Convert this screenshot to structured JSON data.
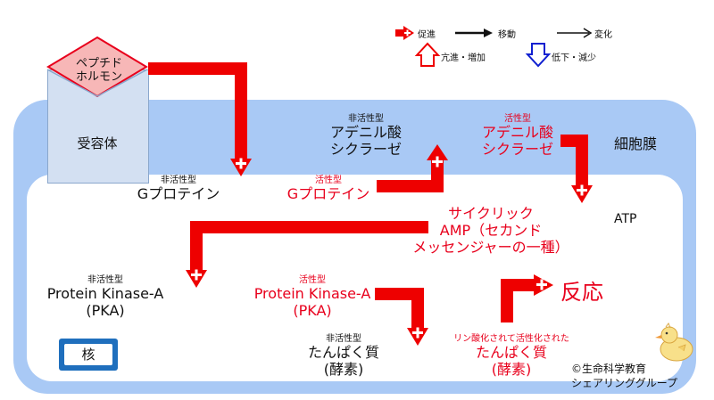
{
  "legend": {
    "promote": "促進",
    "move": "移動",
    "change": "変化",
    "enhance": "亢進・増加",
    "reduce": "低下・減少"
  },
  "hormone": {
    "line1": "ペプチド",
    "line2": "ホルモン"
  },
  "receptor": "受容体",
  "membrane": "細胞膜",
  "g_inactive": {
    "tag": "非活性型",
    "name": "Gプロテイン"
  },
  "g_active": {
    "tag": "活性型",
    "name": "Gプロテイン"
  },
  "ac_inactive": {
    "tag": "非活性型",
    "line1": "アデニル酸",
    "line2": "シクラーゼ"
  },
  "ac_active": {
    "tag": "活性型",
    "line1": "アデニル酸",
    "line2": "シクラーゼ"
  },
  "atp": "ATP",
  "camp": {
    "line1": "サイクリック",
    "line2": "AMP（セカンド",
    "line3": "メッセンジャーの一種）"
  },
  "pka_inactive": {
    "tag": "非活性型",
    "line1": "Protein Kinase-A",
    "line2": "(PKA)"
  },
  "pka_active": {
    "tag": "活性型",
    "line1": "Protein Kinase-A",
    "line2": "(PKA)"
  },
  "protein_inactive": {
    "tag": "非活性型",
    "line1": "たんぱく質",
    "line2": "(酵素)"
  },
  "protein_active": {
    "tag": "リン酸化されて活性化された",
    "line1": "たんぱく質",
    "line2": "(酵素)"
  },
  "reaction": "反応",
  "nucleus": "核",
  "copyright": {
    "line1": "©生命科学教育",
    "line2": "シェアリンググループ"
  },
  "colors": {
    "arrow_red": "#ee0000",
    "membrane": "#a9c9f5",
    "cytoplasm": "#ffffff",
    "nucleus": "#1f6fbd",
    "legend_blue": "#1020d0"
  }
}
